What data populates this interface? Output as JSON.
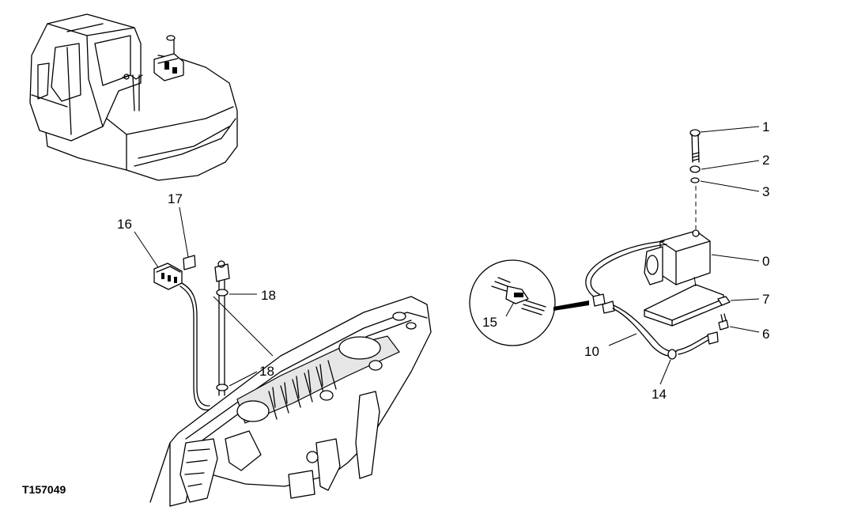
{
  "figure_id": "T157049",
  "callouts": {
    "c1": "1",
    "c2": "2",
    "c3": "3",
    "c0": "0",
    "c7": "7",
    "c6": "6",
    "c10": "10",
    "c14": "14",
    "c15": "15",
    "c16": "16",
    "c17": "17",
    "c18a": "18",
    "c18b": "18"
  }
}
